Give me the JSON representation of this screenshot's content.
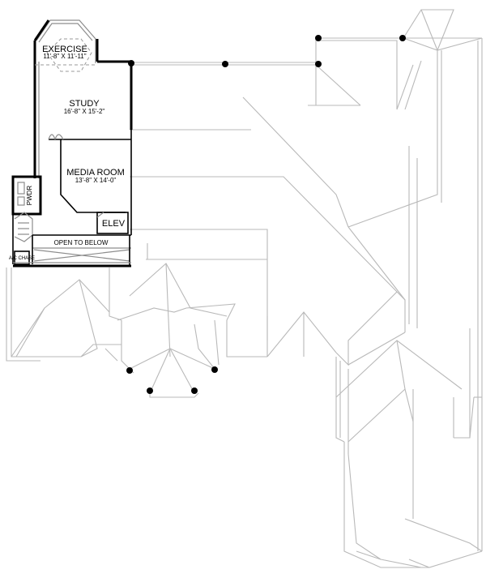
{
  "rooms": {
    "exercise": {
      "name": "EXERCISE",
      "dims": "11'-8\" X 11'-11\""
    },
    "study": {
      "name": "STUDY",
      "dims": "16'-8\" X 15'-2\""
    },
    "media_room": {
      "name": "MEDIA ROOM",
      "dims": "13'-8\" X 14'-0\""
    },
    "elevator": {
      "name": "ELEV"
    },
    "open_to_below": {
      "name": "OPEN TO BELOW"
    },
    "powder": {
      "name": "PWDR"
    },
    "ac_chase": {
      "name": "A/C CHASE"
    }
  }
}
